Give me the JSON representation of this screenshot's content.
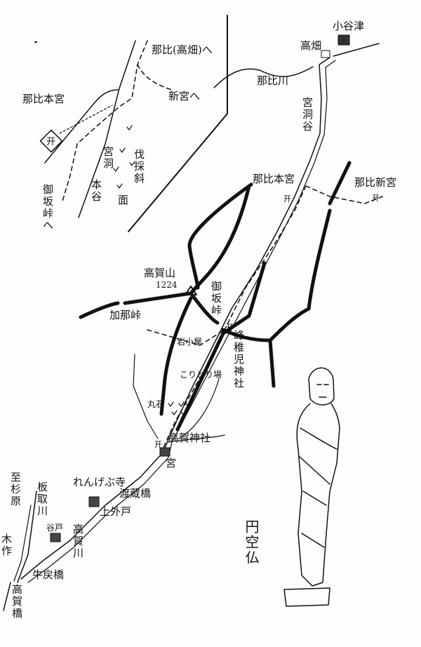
{
  "inset": {
    "to_nabi_takahata": "那比(高畑)へ",
    "to_shingu": "新宮へ",
    "nabi_hongu": "那比本宮",
    "to_misaka_pass": "御坂峠へ",
    "miyabora_hontani": [
      "宮洞",
      "本谷"
    ],
    "logged_slope": [
      "伐採斜",
      "面"
    ]
  },
  "main": {
    "koyatsu": "小谷津",
    "takahata": "高畑",
    "nabi_river": "那比川",
    "miyabora_valley": "宮洞谷",
    "nabi_hongu": "那比本宮",
    "nabi_shingu": "那比新宮",
    "mt_koga": "高賀山",
    "mt_koga_elevation": "1224",
    "kana_pass": "加那峠",
    "misaka_pass": "御坂峠",
    "iwagoya": "岩小屋",
    "mine_chigo_shrine": "峰稚児神社",
    "koritoriba": "こりとり場",
    "maruishi": "丸石",
    "koga_shrine": "高賀神社",
    "miya": "宮",
    "rengebu_temple": "れんげぶ寺",
    "watarikura_bridge": "渡蔵橋",
    "kamitodo": "上外戸",
    "koga_river": "高賀川",
    "yato": "谷戸",
    "itadori_river": "板取川",
    "to_sugihara": "至杉原",
    "kitsukuri": "木作",
    "ushimodoshi_bridge": "牛戻橋",
    "koga_bridge": "高賀橋",
    "enku_buddha": "円空仏"
  }
}
